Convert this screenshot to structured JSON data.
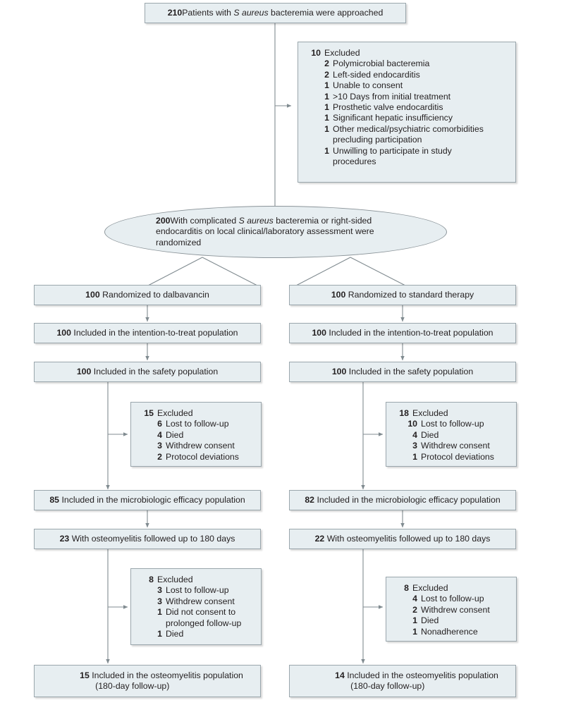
{
  "diagram": {
    "title": "CONSORT participant flow diagram",
    "colors": {
      "box_fill": "#e7eef1",
      "box_border": "#9aa6ac",
      "connector": "#808b90",
      "text": "#231f20"
    }
  },
  "top": {
    "count": "210",
    "text_before": "Patients with ",
    "italic": "S aureus",
    "text_after": " bacteremia were approached"
  },
  "screening_exclusions": {
    "head_count": "10",
    "head_label": "Excluded",
    "items": [
      {
        "count": "2",
        "label": "Polymicrobial bacteremia"
      },
      {
        "count": "2",
        "label": "Left-sided endocarditis"
      },
      {
        "count": "1",
        "label": "Unable to consent"
      },
      {
        "count": "1",
        "label": ">10 Days from initial treatment"
      },
      {
        "count": "1",
        "label": "Prosthetic valve endocarditis"
      },
      {
        "count": "1",
        "label": "Significant hepatic insufficiency"
      },
      {
        "count": "1",
        "label": "Other medical/psychiatric comorbidities precluding participation"
      },
      {
        "count": "1",
        "label": "Unwilling to participate in study procedures"
      }
    ]
  },
  "randomization": {
    "count": "200",
    "text_before": "With complicated ",
    "italic": "S aureus",
    "text_after": " bacteremia or right-sided endocarditis on local clinical/laboratory assessment were randomized"
  },
  "arms": [
    {
      "id": "dalbavancin",
      "allocation": {
        "count": "100",
        "label": "Randomized to dalbavancin"
      },
      "itt": {
        "count": "100",
        "label": "Included in the intention-to-treat population"
      },
      "safety": {
        "count": "100",
        "label": "Included in the safety population"
      },
      "exclusions_1": {
        "head_count": "15",
        "head_label": "Excluded",
        "items": [
          {
            "count": "6",
            "label": "Lost to follow-up"
          },
          {
            "count": "4",
            "label": "Died"
          },
          {
            "count": "3",
            "label": "Withdrew consent"
          },
          {
            "count": "2",
            "label": "Protocol deviations"
          }
        ]
      },
      "micro": {
        "count": "85",
        "label": "Included in the microbiologic efficacy population"
      },
      "osteo_followed": {
        "count": "23",
        "label": "With osteomyelitis followed up to 180 days"
      },
      "exclusions_2": {
        "head_count": "8",
        "head_label": "Excluded",
        "items": [
          {
            "count": "3",
            "label": "Lost to follow-up"
          },
          {
            "count": "3",
            "label": "Withdrew consent"
          },
          {
            "count": "1",
            "label": "Did not consent to prolonged follow-up"
          },
          {
            "count": "1",
            "label": "Died"
          }
        ]
      },
      "final": {
        "count": "15",
        "label": "Included in the osteomyelitis population",
        "sublabel": "(180-day follow-up)"
      }
    },
    {
      "id": "standard-therapy",
      "allocation": {
        "count": "100",
        "label": "Randomized to standard therapy"
      },
      "itt": {
        "count": "100",
        "label": "Included in the intention-to-treat population"
      },
      "safety": {
        "count": "100",
        "label": "Included in the safety population"
      },
      "exclusions_1": {
        "head_count": "18",
        "head_label": "Excluded",
        "items": [
          {
            "count": "10",
            "label": "Lost to follow-up"
          },
          {
            "count": "4",
            "label": "Died"
          },
          {
            "count": "3",
            "label": "Withdrew consent"
          },
          {
            "count": "1",
            "label": "Protocol deviations"
          }
        ]
      },
      "micro": {
        "count": "82",
        "label": "Included in the microbiologic efficacy population"
      },
      "osteo_followed": {
        "count": "22",
        "label": "With osteomyelitis followed up to 180 days"
      },
      "exclusions_2": {
        "head_count": "8",
        "head_label": "Excluded",
        "items": [
          {
            "count": "4",
            "label": "Lost to follow-up"
          },
          {
            "count": "2",
            "label": "Withdrew consent"
          },
          {
            "count": "1",
            "label": "Died"
          },
          {
            "count": "1",
            "label": "Nonadherence"
          }
        ]
      },
      "final": {
        "count": "14",
        "label": "Included in the osteomyelitis population",
        "sublabel": "(180-day follow-up)"
      }
    }
  ]
}
